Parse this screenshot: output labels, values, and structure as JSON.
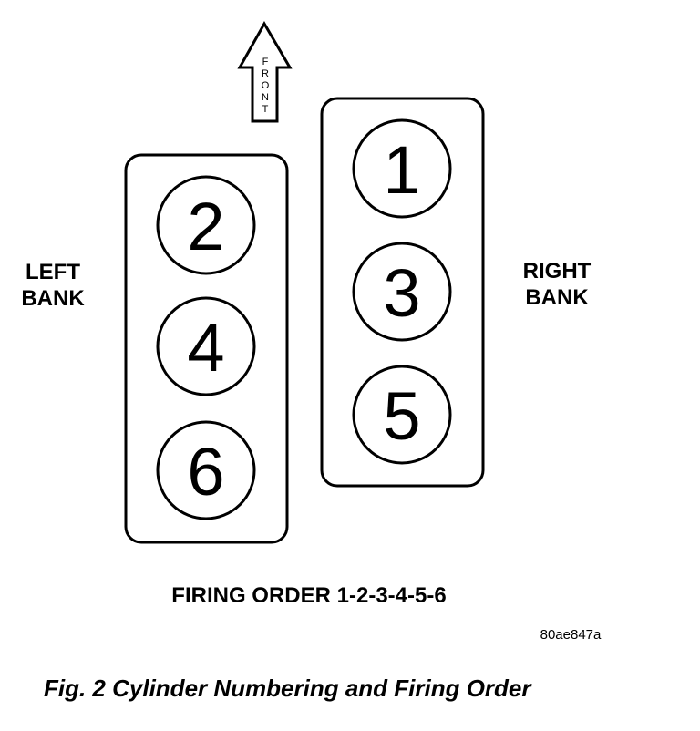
{
  "arrow": {
    "letters": [
      "F",
      "R",
      "O",
      "N",
      "T"
    ]
  },
  "left_bank": {
    "label_line1": "LEFT",
    "label_line2": "BANK",
    "cylinders": [
      "2",
      "4",
      "6"
    ]
  },
  "right_bank": {
    "label_line1": "RIGHT",
    "label_line2": "BANK",
    "cylinders": [
      "1",
      "3",
      "5"
    ]
  },
  "firing_order": "FIRING ORDER 1-2-3-4-5-6",
  "figure_code": "80ae847a",
  "caption": "Fig. 2 Cylinder Numbering and Firing Order"
}
